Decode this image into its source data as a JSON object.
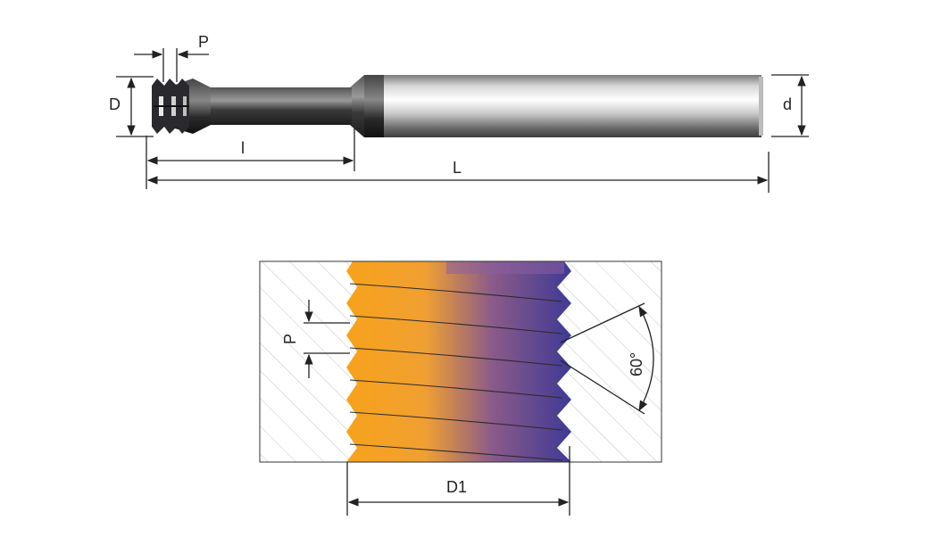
{
  "tool_labels": {
    "pitch": "P",
    "cutter_diameter": "D",
    "shank_diameter": "d",
    "cutting_length": "l",
    "overall_length": "L"
  },
  "thread_labels": {
    "pitch": "P",
    "thread_diameter": "D1",
    "thread_angle": "60°"
  },
  "colors": {
    "shank_light": "#f4f4f4",
    "shank_dark": "#5a5a5a",
    "coating_dark": "#2e2e33",
    "thread_gold": "#f5a623",
    "thread_purple": "#4a3a8c",
    "hatch": "#b8b8b8",
    "dimension_line": "#222222"
  }
}
